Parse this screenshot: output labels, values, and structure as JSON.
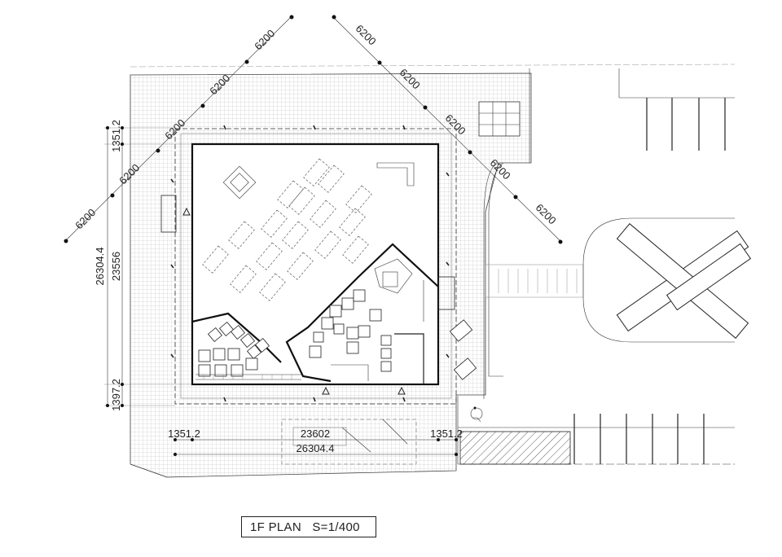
{
  "title": "1F PLAN   S=1/400",
  "dimensions": {
    "grid_spacing": "6200",
    "vertical_total": "26304.4",
    "vertical_inner": "23556",
    "vertical_top": "1351.2",
    "vertical_bottom": "1397.2",
    "horizontal_inner": "23602",
    "horizontal_total": "26304.4",
    "horizontal_left": "1351.2",
    "horizontal_right": "1351.2"
  }
}
